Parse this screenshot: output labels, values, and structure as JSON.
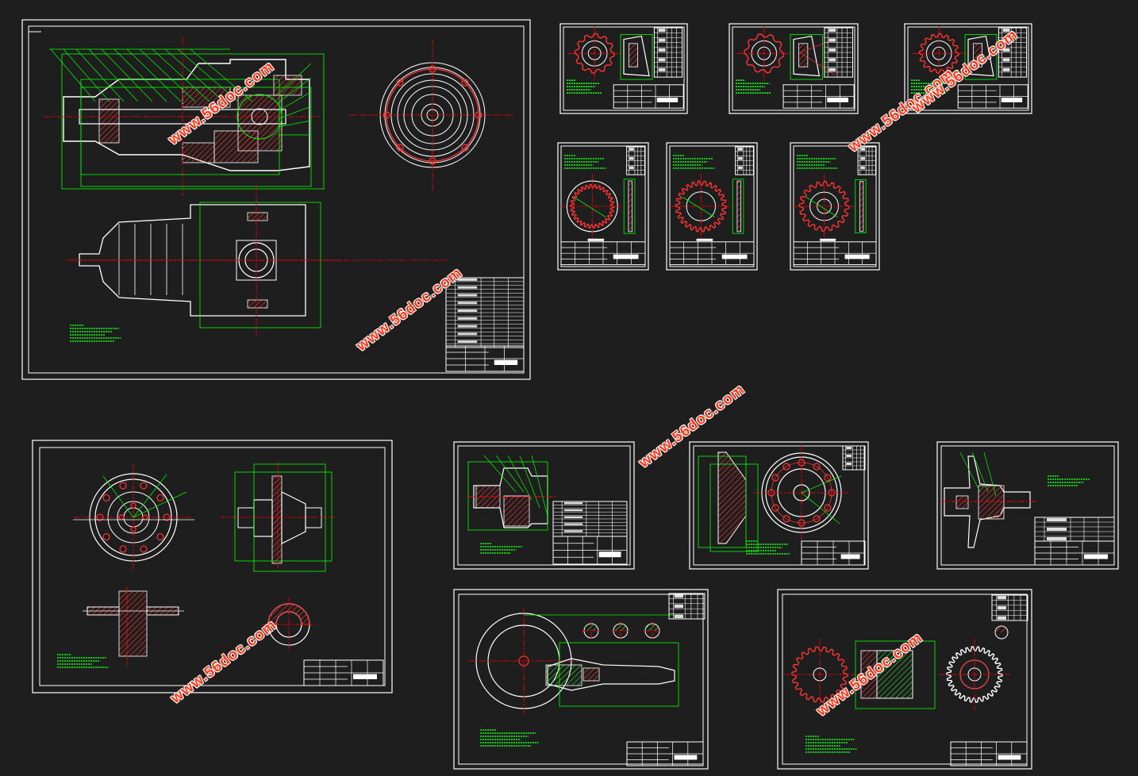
{
  "canvas_background": "#1e1e1e",
  "colors": {
    "border": "#ffffff",
    "outline": "#ffffff",
    "dimension": "#00ff00",
    "centerline": "#ff0000",
    "hatch": "#ff3333",
    "watermark": "#ff3a1a"
  },
  "sheets": [
    {
      "id": "assembly",
      "type": "assembly"
    },
    {
      "id": "gear-small-1",
      "type": "part"
    },
    {
      "id": "gear-small-2",
      "type": "part"
    },
    {
      "id": "gear-small-3",
      "type": "part"
    },
    {
      "id": "ring-gear-1",
      "type": "part"
    },
    {
      "id": "ring-gear-2",
      "type": "part"
    },
    {
      "id": "ring-gear-3",
      "type": "part"
    },
    {
      "id": "differential-case",
      "type": "part"
    },
    {
      "id": "shaft-section",
      "type": "part"
    },
    {
      "id": "bevel-flange",
      "type": "part"
    },
    {
      "id": "half-shaft-hub",
      "type": "part"
    },
    {
      "id": "pinion-shaft",
      "type": "part"
    },
    {
      "id": "gear-pair",
      "type": "part"
    }
  ],
  "watermark_text": "www.56doc.com"
}
